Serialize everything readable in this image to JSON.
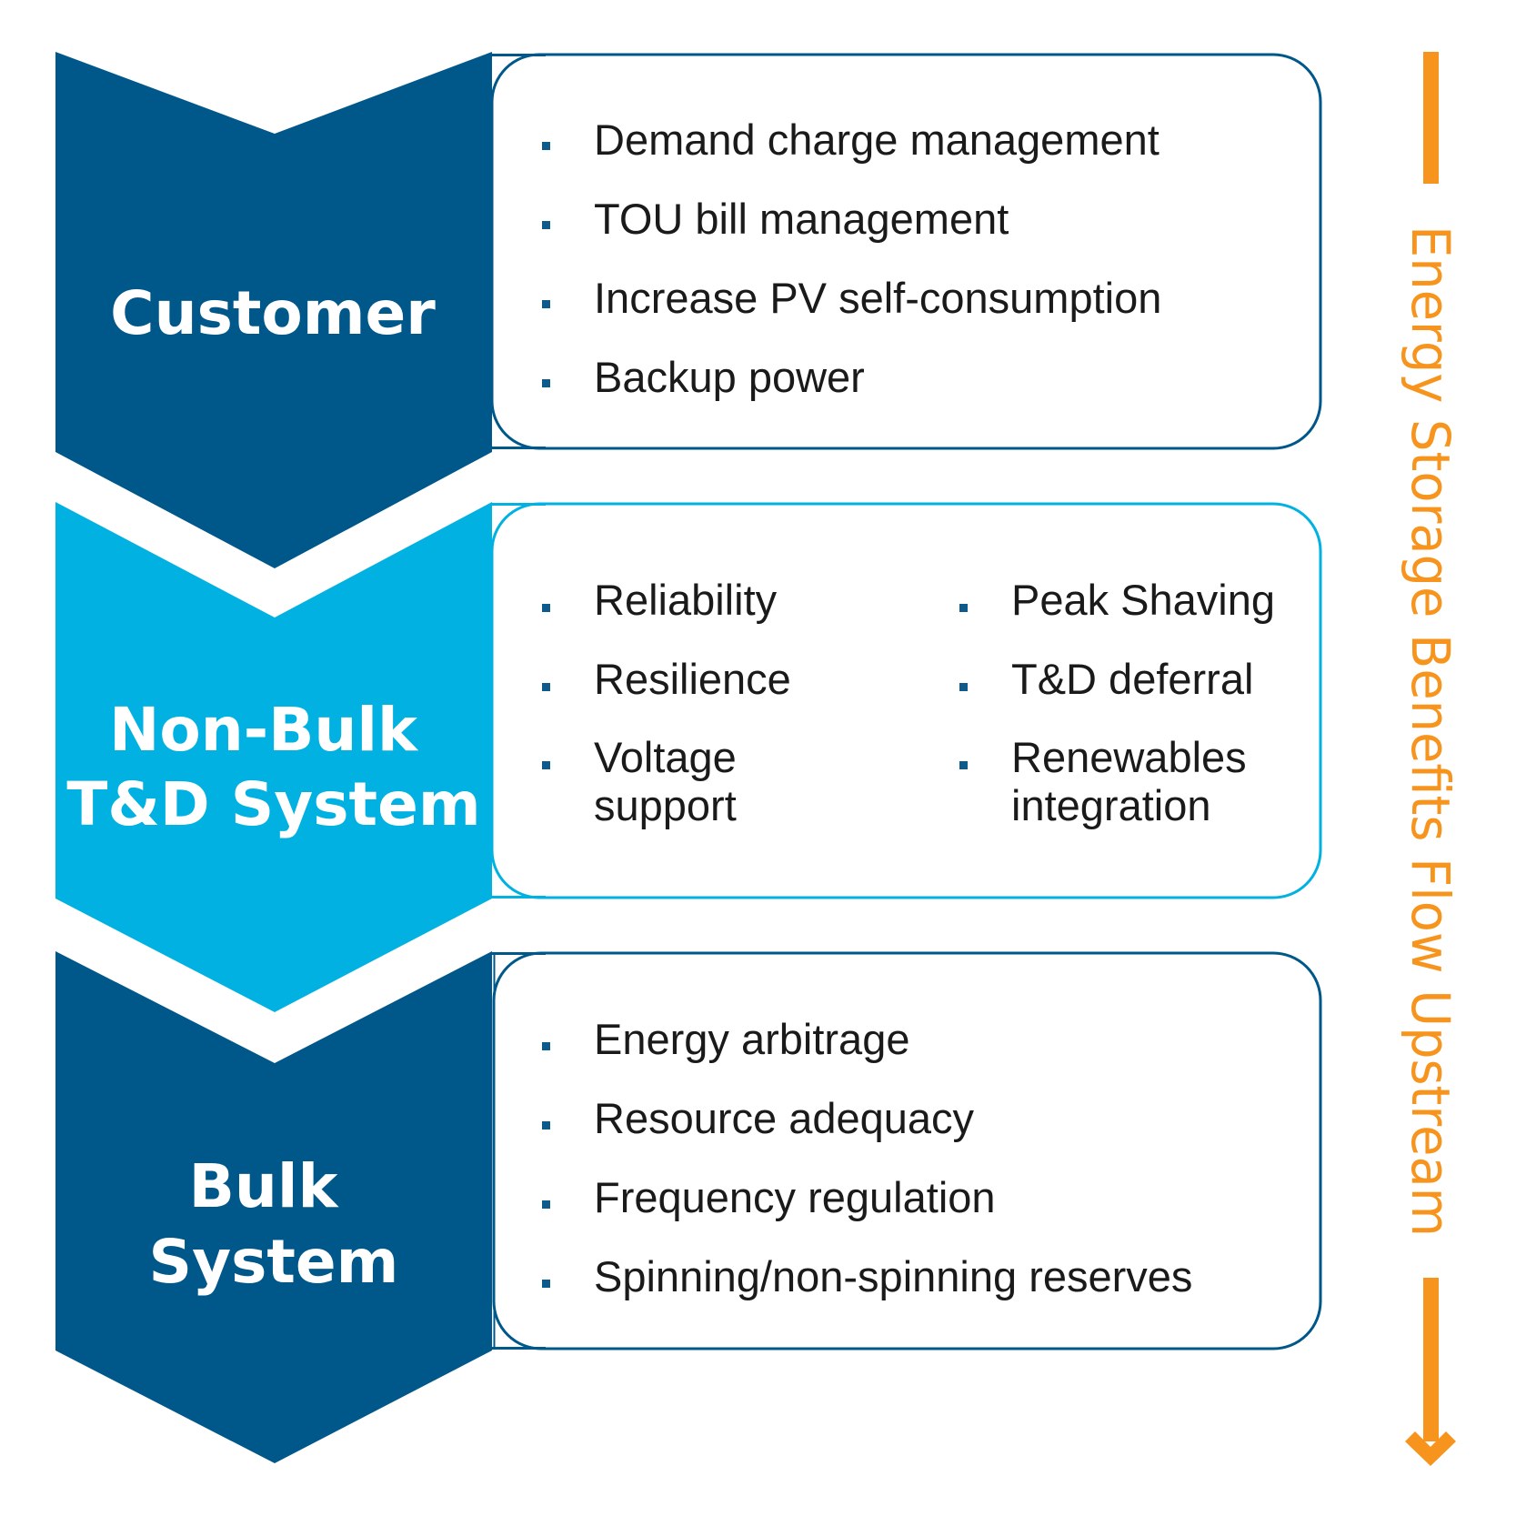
{
  "colors": {
    "dark_blue": "#00578A",
    "light_blue": "#00B1E1",
    "orange": "#F7941D",
    "bullet": "#0E5A8A",
    "text": "#1a1a1a"
  },
  "tiers": [
    {
      "id": "customer",
      "label_lines": [
        "Customer"
      ],
      "color": "dark_blue",
      "columns": [
        [
          {
            "lines": [
              "Demand charge management"
            ]
          },
          {
            "lines": [
              "TOU bill management"
            ]
          },
          {
            "lines": [
              "Increase PV self-consumption"
            ]
          },
          {
            "lines": [
              "Backup power"
            ]
          }
        ]
      ]
    },
    {
      "id": "non-bulk",
      "label_lines": [
        "Non-Bulk",
        "T&D System"
      ],
      "color": "light_blue",
      "columns": [
        [
          {
            "lines": [
              "Reliability"
            ]
          },
          {
            "lines": [
              "Resilience"
            ]
          },
          {
            "lines": [
              "Voltage",
              "support"
            ]
          }
        ],
        [
          {
            "lines": [
              "Peak Shaving"
            ]
          },
          {
            "lines": [
              "T&D deferral"
            ]
          },
          {
            "lines": [
              "Renewables",
              "integration"
            ]
          }
        ]
      ]
    },
    {
      "id": "bulk",
      "label_lines": [
        "Bulk",
        "System"
      ],
      "color": "dark_blue",
      "columns": [
        [
          {
            "lines": [
              "Energy arbitrage"
            ]
          },
          {
            "lines": [
              "Resource adequacy"
            ]
          },
          {
            "lines": [
              "Frequency regulation"
            ]
          },
          {
            "lines": [
              "Spinning/non-spinning reserves"
            ]
          }
        ]
      ]
    }
  ],
  "flow_label": "Energy Storage Benefits Flow Upstream",
  "flow_icon": "arrow-down-icon"
}
